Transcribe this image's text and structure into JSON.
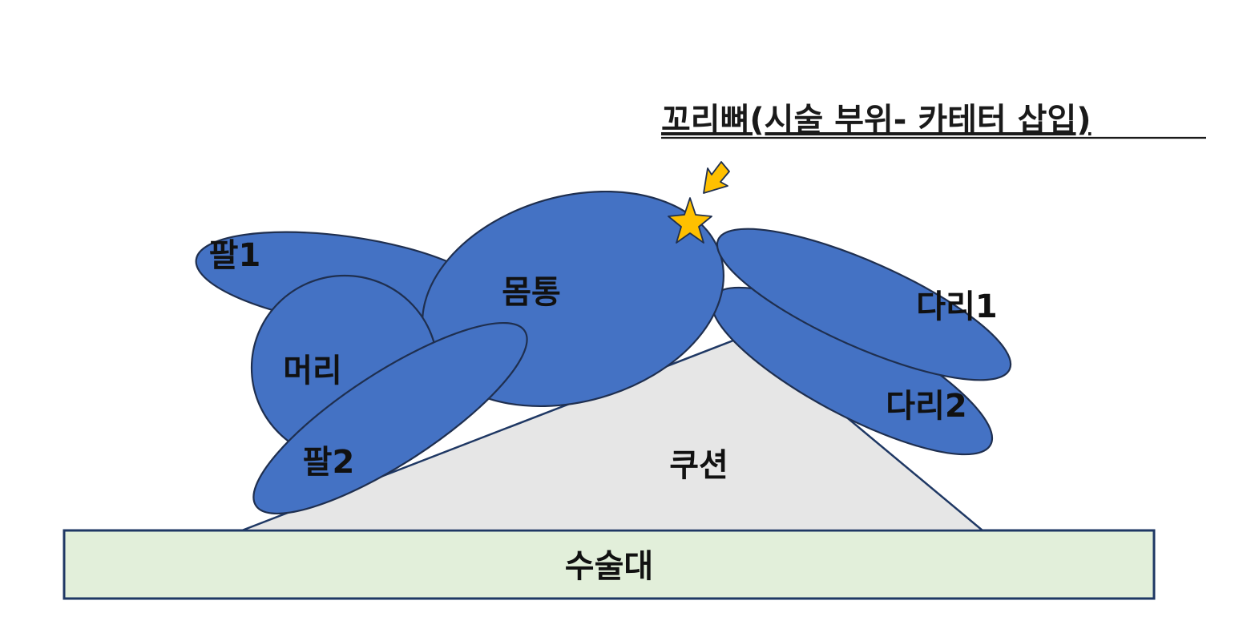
{
  "title": "꼬리뼈(시술 부위- 카테터 삽입)",
  "labels": {
    "arm1": "팔1",
    "arm2": "팔2",
    "head": "머리",
    "torso": "몸통",
    "leg1": "다리1",
    "leg2": "다리2",
    "cushion": "쿠션",
    "table": "수술대"
  },
  "colors": {
    "body": "#4472C4",
    "outline": "#1F2F4F",
    "cushion": "#E6E6E6",
    "table": "#E2EFDA",
    "table_border": "#1F3864",
    "marker": "#FFC000"
  },
  "icons": {
    "marker": "star-icon",
    "pointer": "arrow-down-left-icon"
  }
}
